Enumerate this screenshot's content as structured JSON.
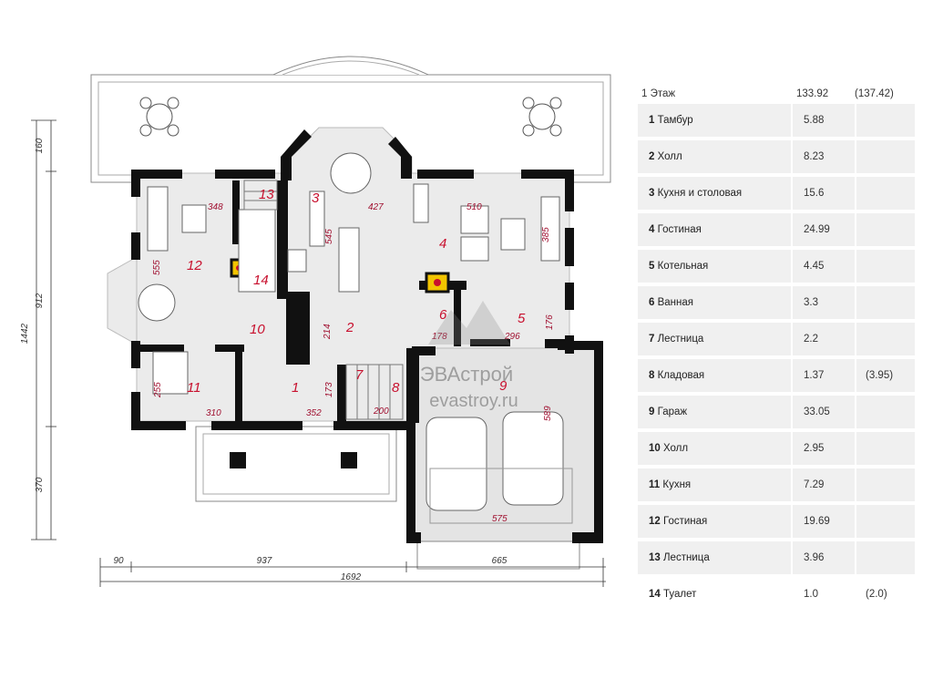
{
  "legend": {
    "floor_label": "1 Этаж",
    "total_area": "133.92",
    "total_area_extra": "(137.42)",
    "rooms": [
      {
        "num": "1",
        "name": "Тамбур",
        "area": "5.88",
        "extra": ""
      },
      {
        "num": "2",
        "name": "Холл",
        "area": "8.23",
        "extra": ""
      },
      {
        "num": "3",
        "name": "Кухня и столовая",
        "area": "15.6",
        "extra": ""
      },
      {
        "num": "4",
        "name": "Гостиная",
        "area": "24.99",
        "extra": ""
      },
      {
        "num": "5",
        "name": "Котельная",
        "area": "4.45",
        "extra": ""
      },
      {
        "num": "6",
        "name": "Ванная",
        "area": "3.3",
        "extra": ""
      },
      {
        "num": "7",
        "name": "Лестница",
        "area": "2.2",
        "extra": ""
      },
      {
        "num": "8",
        "name": "Кладовая",
        "area": "1.37",
        "extra": "(3.95)"
      },
      {
        "num": "9",
        "name": "Гараж",
        "area": "33.05",
        "extra": ""
      },
      {
        "num": "10",
        "name": "Холл",
        "area": "2.95",
        "extra": ""
      },
      {
        "num": "11",
        "name": "Кухня",
        "area": "7.29",
        "extra": ""
      },
      {
        "num": "12",
        "name": "Гостиная",
        "area": "19.69",
        "extra": ""
      },
      {
        "num": "13",
        "name": "Лестница",
        "area": "3.96",
        "extra": ""
      },
      {
        "num": "14",
        "name": "Туалет",
        "area": "1.0",
        "extra": "(2.0)"
      }
    ]
  },
  "plan": {
    "room_numbers": [
      "1",
      "2",
      "3",
      "4",
      "5",
      "6",
      "7",
      "8",
      "9",
      "10",
      "11",
      "12",
      "13",
      "14"
    ],
    "room_dims": [
      "348",
      "427",
      "510",
      "545",
      "385",
      "555",
      "214",
      "178",
      "296",
      "176",
      "173",
      "352",
      "200",
      "589",
      "255",
      "310",
      "575"
    ],
    "outer_dims": {
      "top": "160",
      "middle": "912",
      "bottom": "370",
      "height_total": "1442",
      "width_left": "90",
      "width_main": "937",
      "width_garage": "665",
      "width_total": "1692"
    },
    "watermark": {
      "brand": "ЭВАстрой",
      "url": "evastroy.ru"
    }
  },
  "colors": {
    "wall": "#111111",
    "floor": "#ebebeb",
    "terrace": "#ffffff",
    "room_label": "#c8102e",
    "legend_row": "#f0f0f0"
  }
}
